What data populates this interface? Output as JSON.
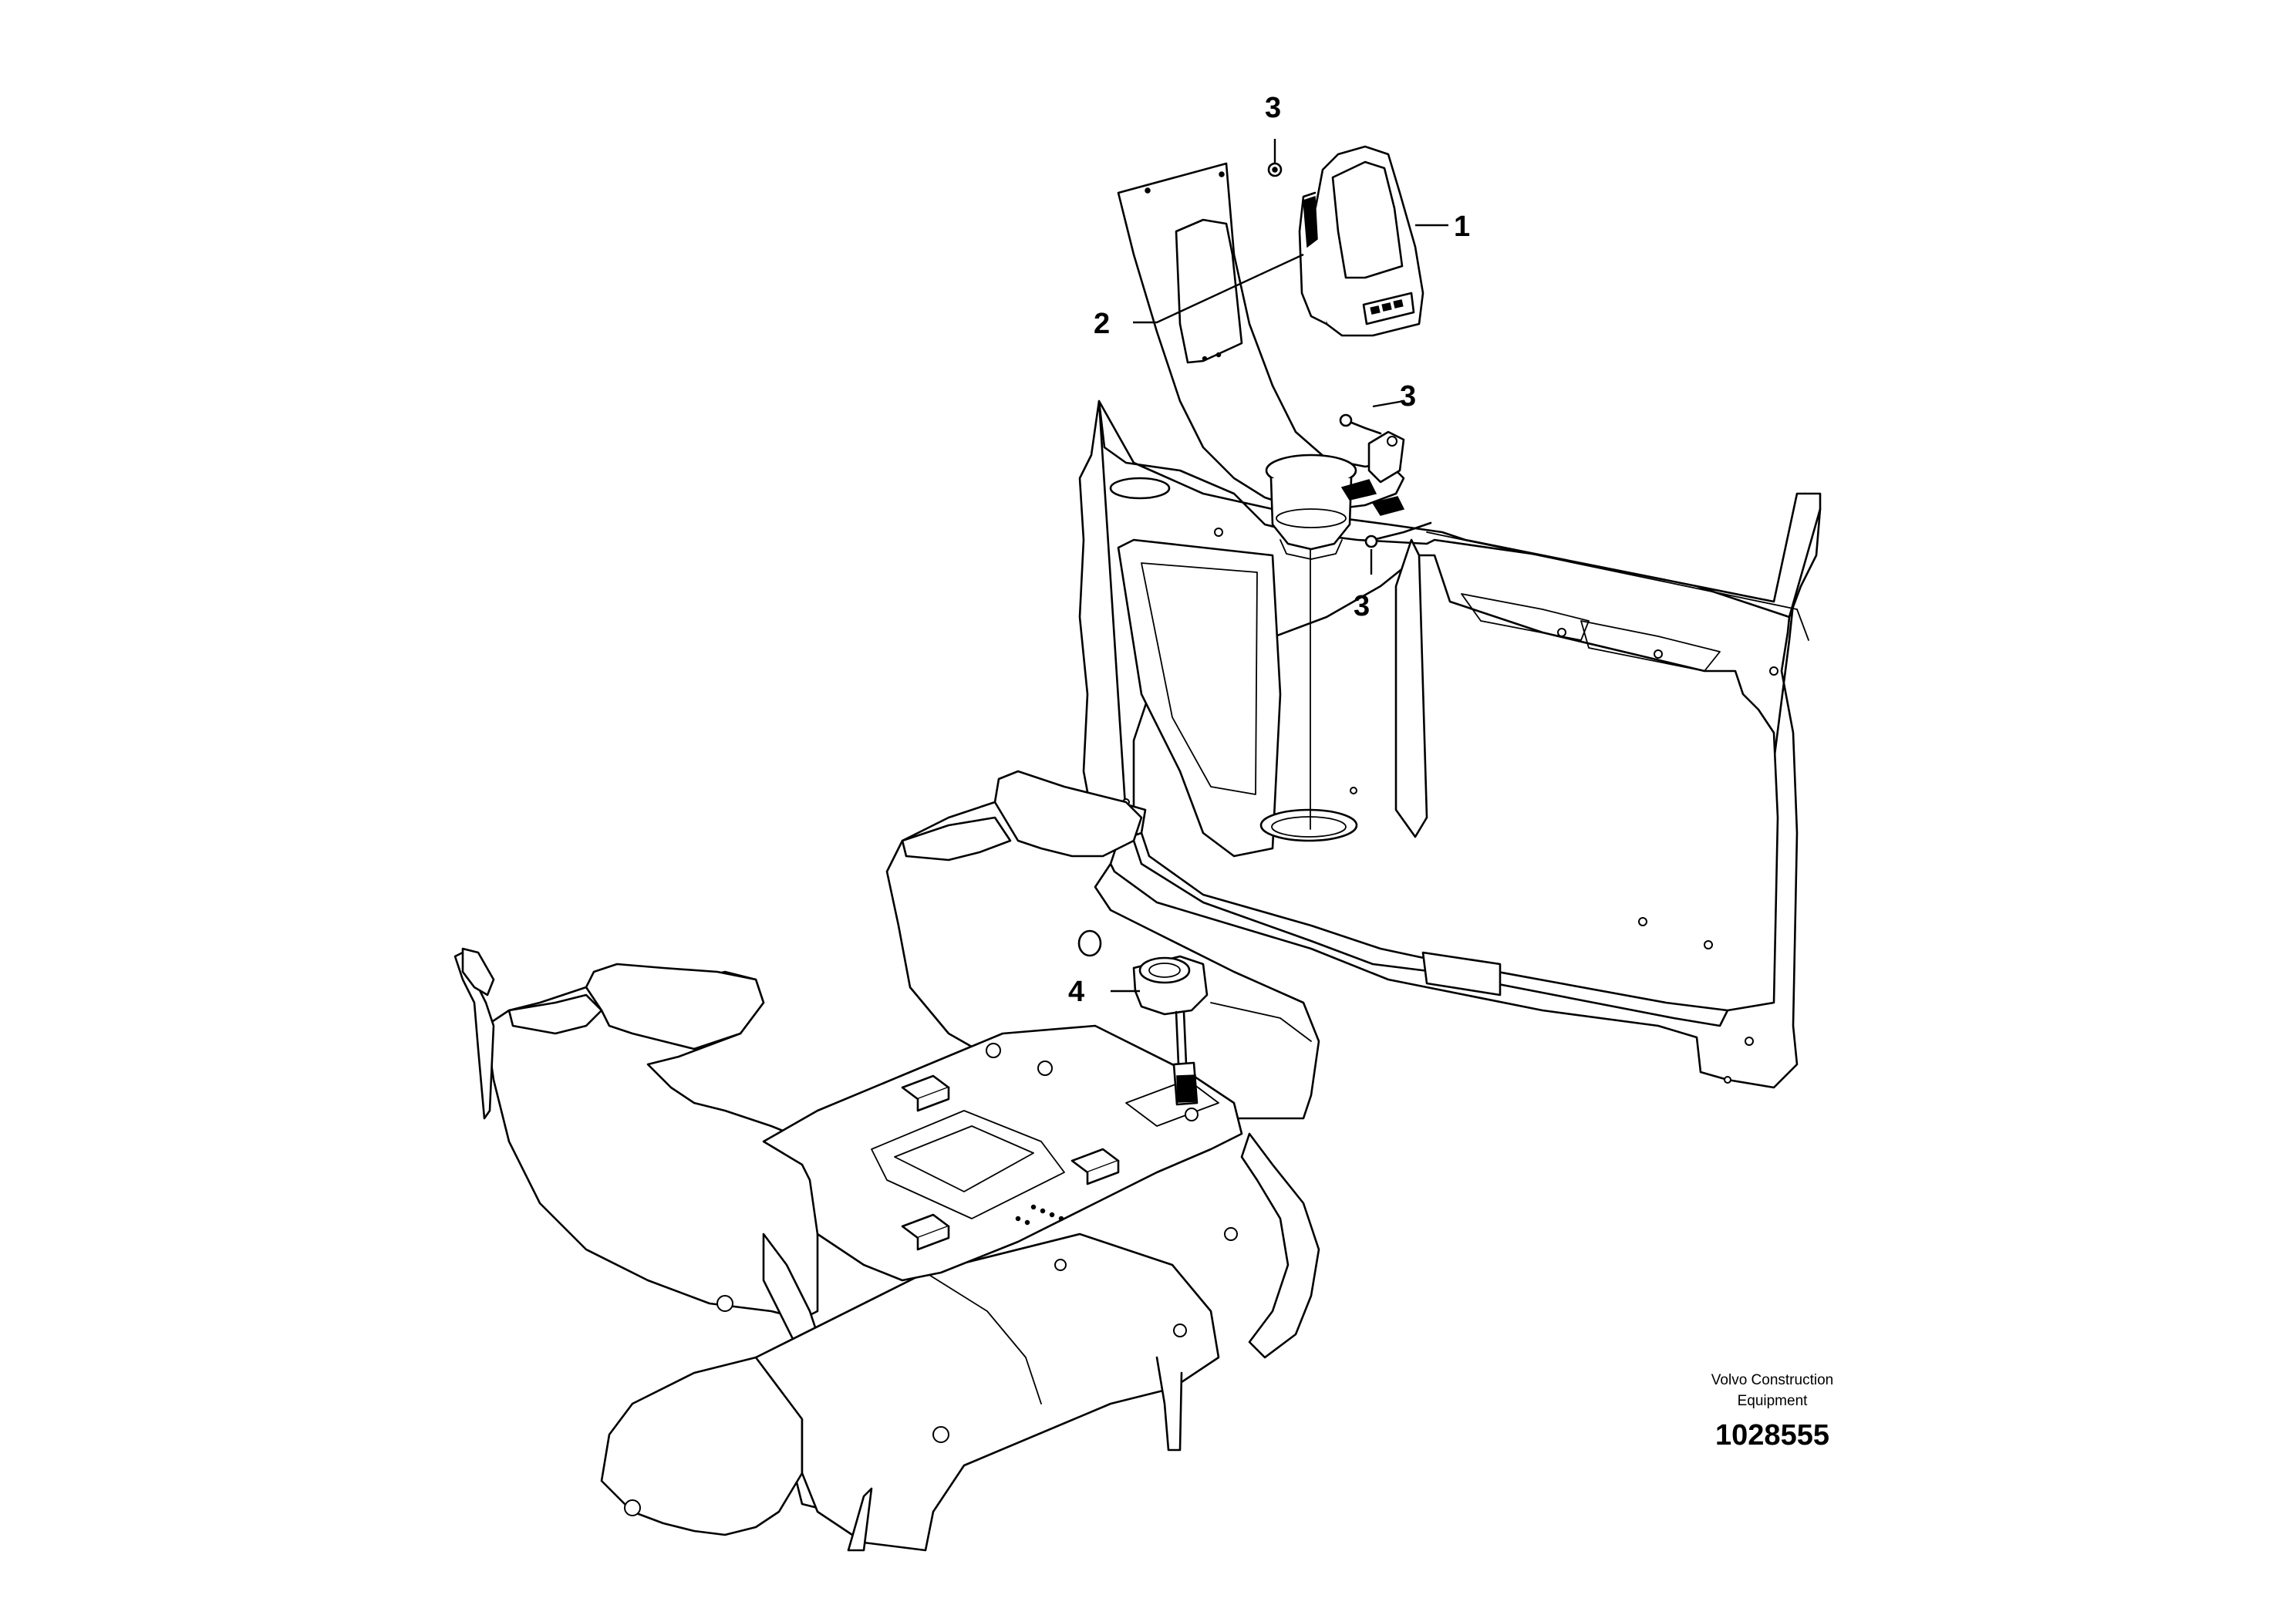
{
  "callouts": {
    "display_unit": "1",
    "display_bracket": "2",
    "screw_top": "3",
    "screw_right_upper": "3",
    "screw_right_lower": "3",
    "socket": "4"
  },
  "footer": {
    "brand_line1": "Volvo Construction",
    "brand_line2": "Equipment",
    "drawing_number": "1028555"
  }
}
